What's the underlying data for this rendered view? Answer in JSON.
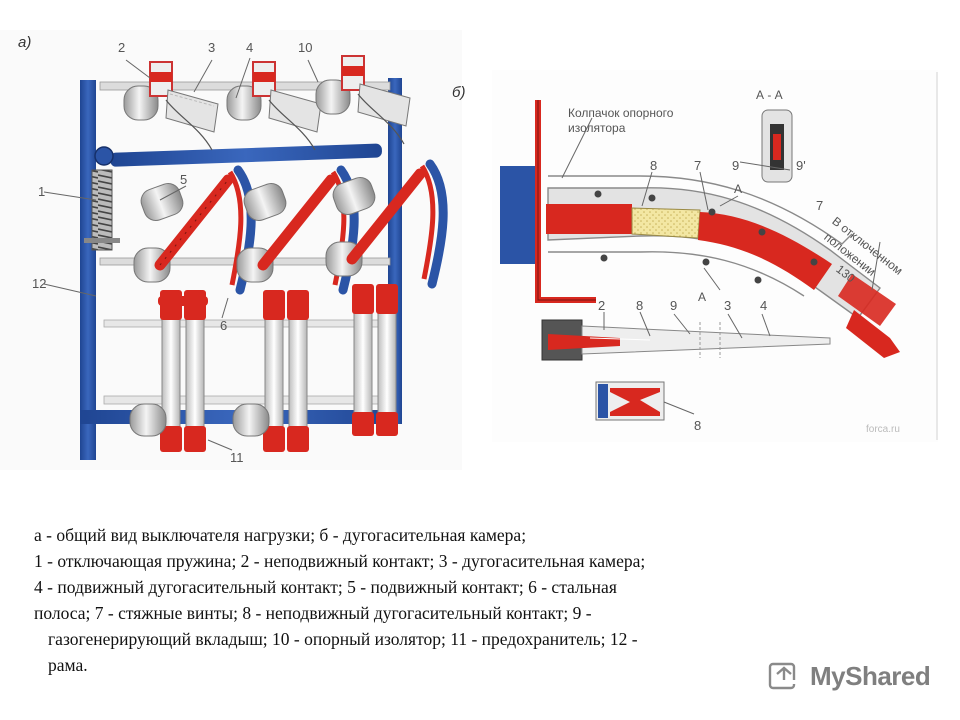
{
  "panel_a": {
    "letter": "а)",
    "callouts": [
      "2",
      "3",
      "4",
      "10",
      "1",
      "5",
      "12",
      "6",
      "11"
    ]
  },
  "panel_b": {
    "letter": "б)",
    "cap_label_line1": "Колпачок опорного",
    "cap_label_line2": "изолятора",
    "section_label": "А - А",
    "section_marker": "А",
    "off_label_line1": "В отключенном",
    "off_label_line2": "положении",
    "angle": "130",
    "callouts": [
      "8",
      "7",
      "9",
      "9'",
      "7",
      "2",
      "8",
      "9",
      "3",
      "4",
      "8"
    ],
    "source": "forca.ru"
  },
  "caption": {
    "line1": "а - общий вид выключателя нагрузки; б - дугогасительная камера;",
    "line2": "1 - отключающая пружина; 2 - неподвижный контакт; 3 - дугогасительная камера;",
    "line3": "4 - подвижный дугогасительный контакт; 5 - подвижный контакт; 6 - стальная",
    "line4": "полоса; 7 - стяжные винты; 8 - неподвижный дугогасительный контакт; 9 -",
    "line5": "газогенерирующий вкладыш; 10 - опорный изолятор; 11 - предохранитель; 12 -",
    "line6": "рама."
  },
  "watermark": {
    "text": "MyShared",
    "icon": "myshared-logo-icon"
  },
  "colors": {
    "frame_blue": "#2b54a6",
    "contact_red": "#d8281f",
    "insulator_grey": "#cfcfcf",
    "liner_yellow": "#f3e7a3"
  }
}
